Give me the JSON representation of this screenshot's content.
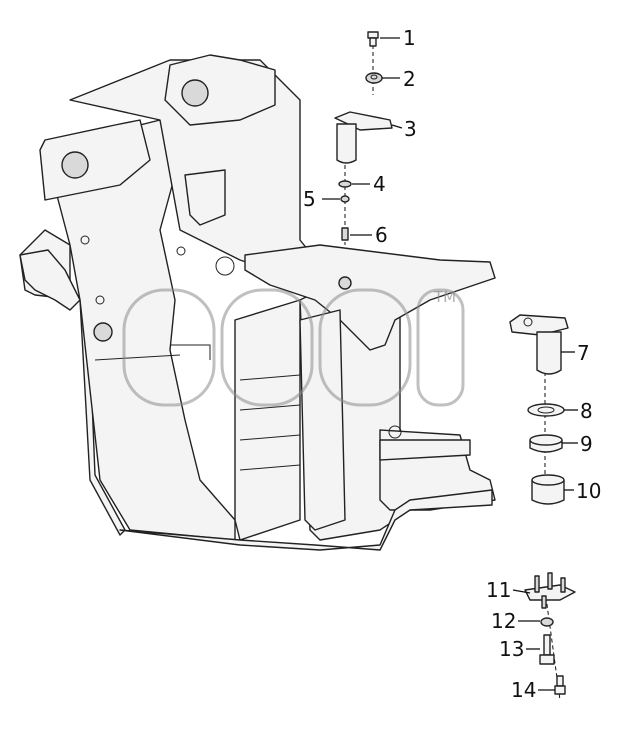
{
  "watermark": {
    "trademark": "TM"
  },
  "callouts": [
    {
      "id": 1,
      "label": "1"
    },
    {
      "id": 2,
      "label": "2"
    },
    {
      "id": 3,
      "label": "3"
    },
    {
      "id": 4,
      "label": "4"
    },
    {
      "id": 5,
      "label": "5"
    },
    {
      "id": 6,
      "label": "6"
    },
    {
      "id": 7,
      "label": "7"
    },
    {
      "id": 8,
      "label": "8"
    },
    {
      "id": 9,
      "label": "9"
    },
    {
      "id": 10,
      "label": "10"
    },
    {
      "id": 11,
      "label": "11"
    },
    {
      "id": 12,
      "label": "12"
    },
    {
      "id": 13,
      "label": "13"
    },
    {
      "id": 14,
      "label": "14"
    }
  ]
}
